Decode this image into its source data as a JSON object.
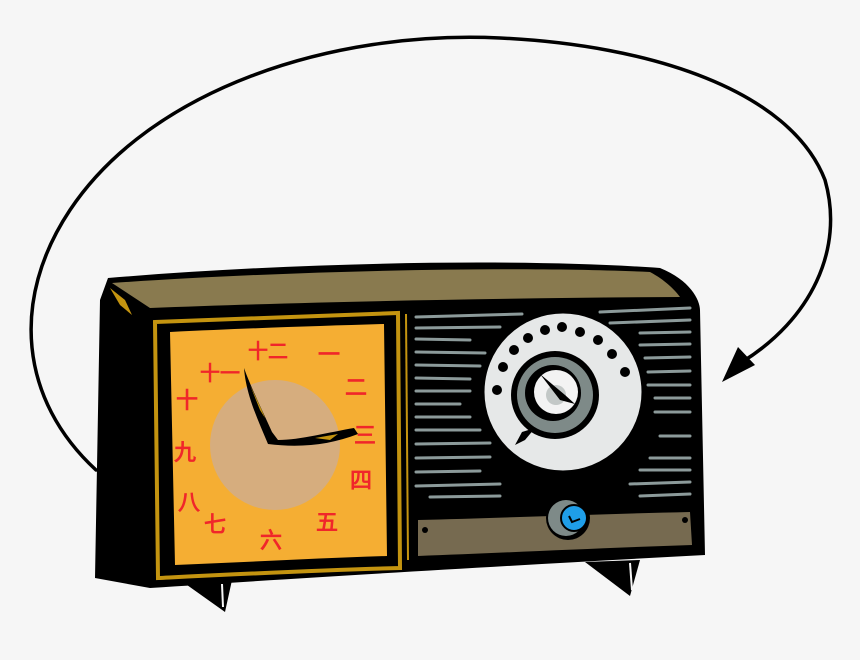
{
  "illustration": {
    "subject": "vintage clock radio clip art",
    "background_color": "#f6f6f6",
    "colors": {
      "outline": "#000000",
      "cabinet_top": "#897a4f",
      "cabinet_trim": "#c49410",
      "clock_face": "#f5ae33",
      "clock_center": "#d6ad7e",
      "numerals": "#f0262a",
      "speaker_lines": "#8c9a9a",
      "dial_ring": "#e6e8e8",
      "dial_inner": "#7e8a88",
      "bottom_panel": "#766a50",
      "button_blue": "#1f9ee8"
    },
    "clock": {
      "numerals": [
        "一",
        "二",
        "三",
        "四",
        "五",
        "六",
        "七",
        "八",
        "九",
        "十",
        "十一",
        "十二"
      ]
    },
    "arrow": {
      "description": "curved cord-like arrow from left side of radio looping over the top to point at the tuning dial"
    }
  }
}
